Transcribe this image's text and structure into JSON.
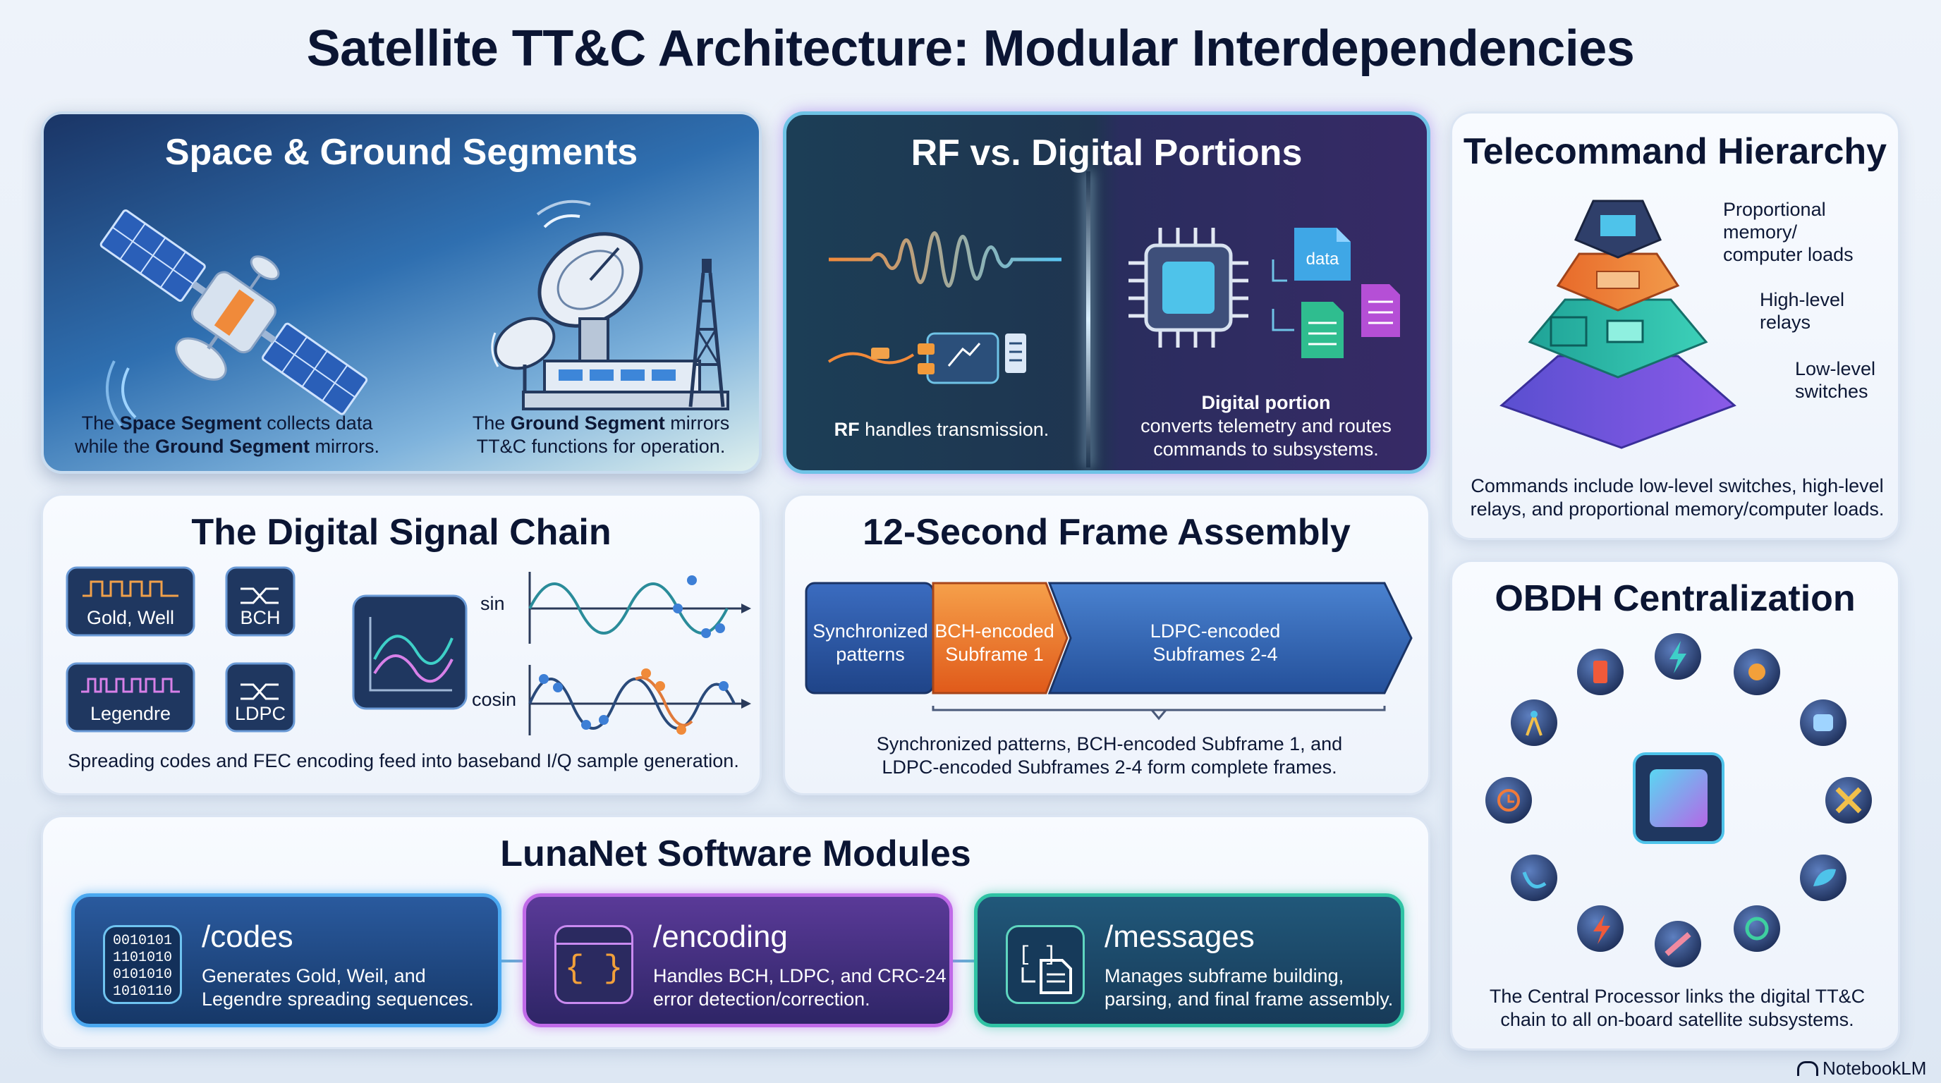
{
  "title": "Satellite TT&C Architecture: Modular Interdependencies",
  "space_ground": {
    "title": "Space & Ground Segments",
    "caption_left": [
      "The ",
      "Space Segment",
      " collects data",
      "while the ",
      "Ground Segment",
      " mirrors."
    ],
    "caption_right": [
      "The ",
      "Ground Segment",
      " mirrors",
      "TT&C functions for operation."
    ],
    "icons": [
      "satellite-icon",
      "ground-station-dish-icon",
      "tower-icon"
    ]
  },
  "rf_digital": {
    "title": "RF vs. Digital Portions",
    "rf_caption_bold": "RF",
    "rf_caption_rest": " handles transmission.",
    "digital_caption_bold": "Digital portion",
    "digital_caption_rest": "converts telemetry and routes commands to subsystems.",
    "data_doc_label": "data"
  },
  "telecommand": {
    "title": "Telecommand Hierarchy",
    "levels": [
      {
        "label": "Proportional memory/ computer loads",
        "color": "#f07a3a"
      },
      {
        "label": "High-level relays",
        "color": "#2fb8a8"
      },
      {
        "label": "Low-level switches",
        "color": "#6a5fe0"
      }
    ],
    "caption": "Commands include low-level switches, high-level relays, and proportional memory/computer loads."
  },
  "signal_chain": {
    "title": "The Digital Signal Chain",
    "codes": [
      "Gold, Well",
      "BCH",
      "Legendre",
      "LDPC"
    ],
    "wave_labels": [
      "sin",
      "cosin"
    ],
    "caption": "Spreading codes and FEC encoding feed into baseband I/Q sample generation."
  },
  "frame": {
    "title": "12-Second Frame Assembly",
    "segments": [
      {
        "label": "Synchronized patterns",
        "color": "#2d5aa8"
      },
      {
        "label": "BCH-encoded Subframe 1",
        "color": "#f07a2a"
      },
      {
        "label": "LDPC-encoded Subframes 2-4",
        "color": "#3566b5"
      }
    ],
    "caption": "Synchronized patterns, BCH-encoded Subframe 1, and LDPC-encoded Subframes 2-4 form complete frames."
  },
  "obdh": {
    "title": "OBDH Centralization",
    "subsystem_icons": [
      "battery-icon",
      "power-bolt-icon",
      "sun-sensor-icon",
      "thermal-icon",
      "tools-icon",
      "propulsion-icon",
      "gyro-icon",
      "payload-icon",
      "lightning-icon",
      "dish-icon",
      "clock-icon",
      "antenna-icon"
    ],
    "caption": "The Central Processor links the digital TT&C chain to all on-board satellite subsystems."
  },
  "lunanet": {
    "title": "LunaNet Software Modules",
    "modules": [
      {
        "name": "/codes",
        "desc": "Generates Gold, Weil, and Legendre spreading sequences.",
        "binary": [
          "0010101",
          "1101010",
          "0101010",
          "1010110"
        ],
        "accent": "#2e8fe0"
      },
      {
        "name": "/encoding",
        "desc": "Handles BCH, LDPC, and CRC-24 error detection/correction.",
        "icon_text": "{ }",
        "accent": "#b24fd8"
      },
      {
        "name": "/messages",
        "desc": "Manages subframe building, parsing, and final frame assembly.",
        "accent": "#27b39a"
      }
    ]
  },
  "brand": "NotebookLM"
}
